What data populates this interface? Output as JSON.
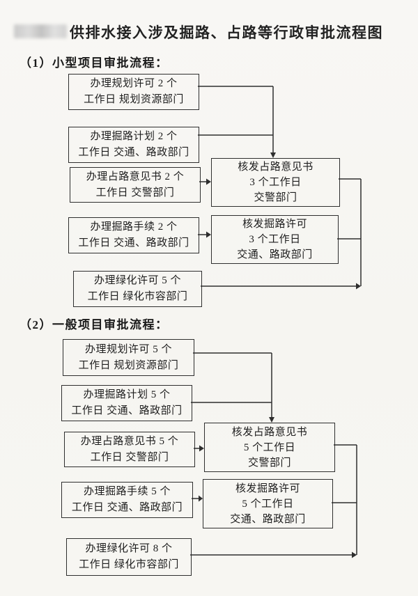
{
  "colors": {
    "paper": "#f7f6f2",
    "ink": "#1d1d1d",
    "line": "#2e2e2e"
  },
  "document": {
    "title": "供排水接入涉及掘路、占路等行政审批流程图",
    "redaction_note": "blurred-prefix"
  },
  "sections": [
    {
      "heading": "（1）小型项目审批流程：",
      "steps": [
        {
          "line1": "办理规划许可 2 个",
          "line2": "工作日 规划资源部门"
        },
        {
          "line1": "办理掘路计划 2 个",
          "line2": "工作日 交通、路政部门"
        },
        {
          "line1": "办理占路意见书 2 个",
          "line2": "工作日 交警部门"
        },
        {
          "line1": "办理掘路手续 2 个",
          "line2": "工作日 交通、路政部门"
        },
        {
          "line1": "办理绿化许可 5 个",
          "line2": "工作日 绿化市容部门"
        }
      ],
      "approvals": [
        {
          "line1": "核发占路意见书",
          "line2": "3 个工作日",
          "line3": "交警部门"
        },
        {
          "line1": "核发掘路许可",
          "line2": "3 个工作日",
          "line3": "交通、路政部门"
        }
      ]
    },
    {
      "heading": "（2）一般项目审批流程：",
      "steps": [
        {
          "line1": "办理规划许可 5 个",
          "line2": "工作日 规划资源部门"
        },
        {
          "line1": "办理掘路计划 5 个",
          "line2": "工作日 交通、路政部门"
        },
        {
          "line1": "办理占路意见书 5 个",
          "line2": "工作日 交警部门"
        },
        {
          "line1": "办理掘路手续 5 个",
          "line2": "工作日 交通、路政部门"
        },
        {
          "line1": "办理绿化许可 8 个",
          "line2": "工作日 绿化市容部门"
        }
      ],
      "approvals": [
        {
          "line1": "核发占路意见书",
          "line2": "5 个工作日",
          "line3": "交警部门"
        },
        {
          "line1": "核发掘路许可",
          "line2": "5 个工作日",
          "line3": "交通、路政部门"
        }
      ]
    }
  ]
}
